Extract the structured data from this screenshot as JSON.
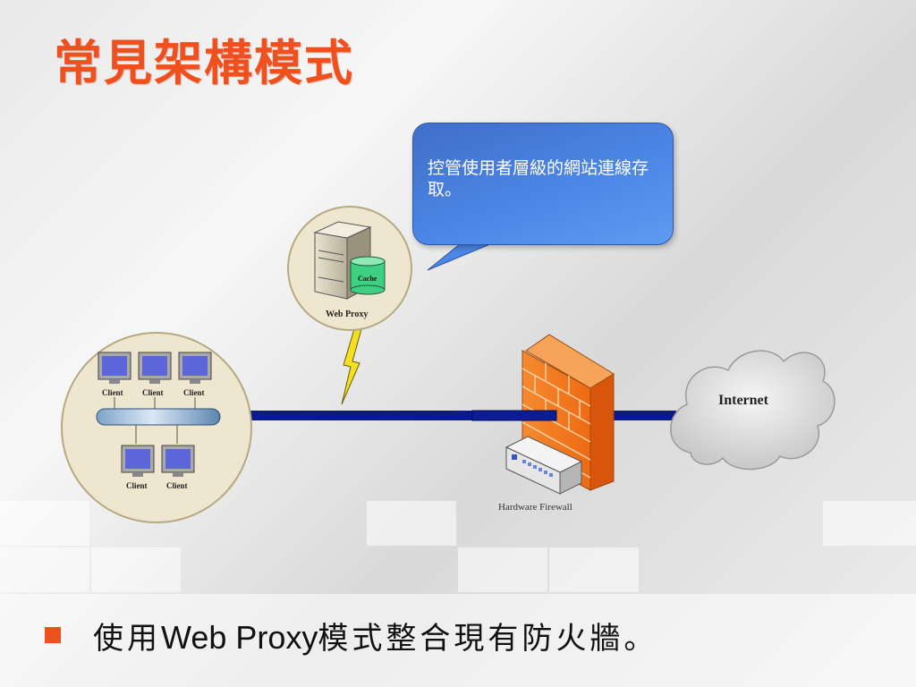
{
  "slide": {
    "title": "常見架構模式",
    "callout": "控管使用者層級的網站連線存取。",
    "bullet": {
      "part1": "使用",
      "part2": "Web Proxy",
      "part3": "模式整合現有防火牆。"
    }
  },
  "diagram": {
    "clients_label": "Client",
    "cache_label": "Cache",
    "proxy_label": "Web Proxy",
    "firewall_label": "Hardware Firewall",
    "internet_label": "Internet"
  },
  "colors": {
    "accent": "#f0501e",
    "callout_blue": "#4c86e6",
    "network_line": "#0a1a8c",
    "firewall_orange": "#f47a20"
  }
}
